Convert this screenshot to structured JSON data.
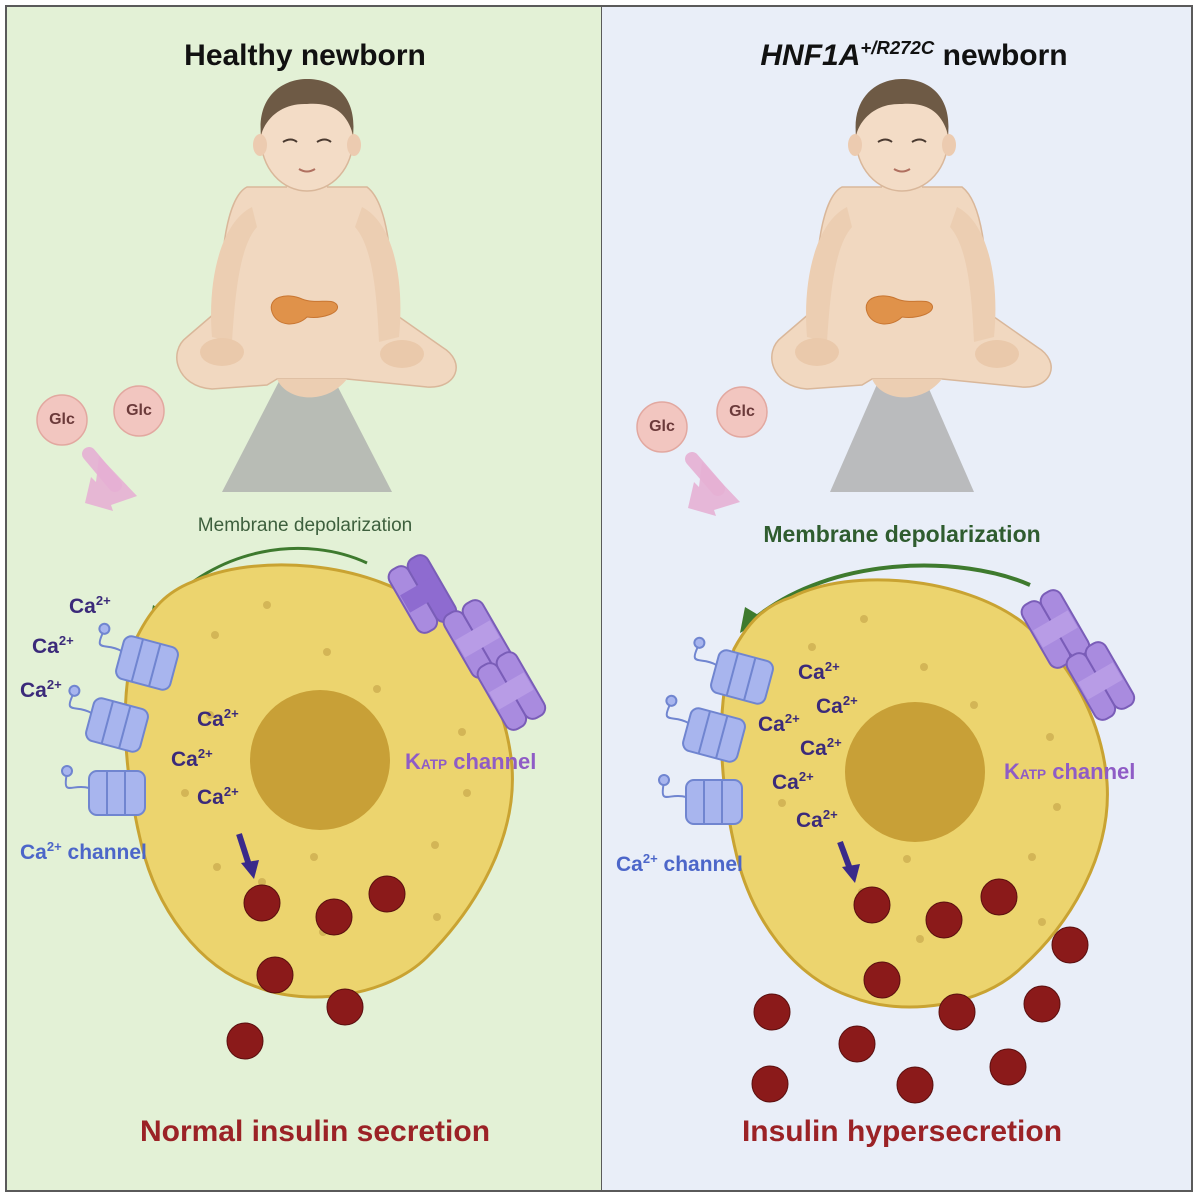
{
  "panels": {
    "left": {
      "title": "Healthy newborn",
      "glucose_labels": [
        "Glc",
        "Glc"
      ],
      "membrane_label": "Membrane depolarization",
      "ca_outside": [
        "Ca",
        "Ca",
        "Ca"
      ],
      "ca_inside": [
        "Ca",
        "Ca",
        "Ca"
      ],
      "ca_channel_label": "Ca",
      "ca_channel_suffix": " channel",
      "katp_k": "K",
      "katp_sub": "ATP",
      "katp_suffix": " channel",
      "outcome": "Normal insulin secretion",
      "background": "#e3f1d6"
    },
    "right": {
      "title_gene": "HNF1A",
      "title_genotype": "+/R272C",
      "title_suffix": " newborn",
      "glucose_labels": [
        "Glc",
        "Glc"
      ],
      "membrane_label": "Membrane depolarization",
      "ca_inside": [
        "Ca",
        "Ca",
        "Ca",
        "Ca",
        "Ca",
        "Ca"
      ],
      "ca_channel_label": "Ca",
      "ca_channel_suffix": " channel",
      "katp_k": "K",
      "katp_sub": "ATP",
      "katp_suffix": " channel",
      "outcome": "Insulin hypersecretion",
      "background": "#e9eef8"
    }
  },
  "charge": "2+",
  "icons": [
    "baby-icon",
    "pancreas-icon",
    "glucose-icon",
    "arrow-down-icon",
    "beta-cell-icon",
    "nucleus-icon",
    "katp-channel-icon",
    "calcium-channel-icon",
    "insulin-granule-icon"
  ],
  "colors": {
    "cell_fill": "#ecd46e",
    "cell_border": "#c9a332",
    "nucleus": "#c8a037",
    "insulin_granule": "#8b1a1a",
    "katp_channel": "#a98bdf",
    "ca_channel": "#a8b5ee",
    "glucose": "#f2c6c0",
    "membrane_arrow": "#3e7a2e",
    "outcome_text": "#9b2226"
  }
}
